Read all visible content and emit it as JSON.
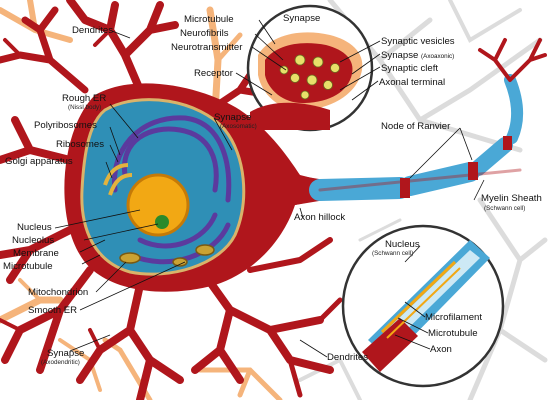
{
  "labels": {
    "dendrites_top": "Dendrites",
    "microtubule_top": "Microtubule",
    "neurofibrils": "Neurofibrils",
    "neurotransmitter": "Neurotransmitter",
    "receptor": "Receptor",
    "synapse_inset": "Synapse",
    "synaptic_vesicles": "Synaptic vesicles",
    "synapse_axoaxonic": "Synapse",
    "synapse_axoaxonic_sub": "(Axoaxonic)",
    "synaptic_cleft": "Synaptic cleft",
    "axonal_terminal": "Axonal terminal",
    "rough_er": "Rough ER",
    "rough_er_sub": "(Nissl body)",
    "polyribosomes": "Polyribosomes",
    "ribosomes": "Ribosomes",
    "golgi": "Golgi apparatus",
    "synapse_axosomatic": "Synapse",
    "synapse_axosomatic_sub": "(Axosomatic)",
    "node_of_ranvier": "Node of Ranvier",
    "myelin_sheath": "Myelin Sheath",
    "myelin_sheath_sub": "(Schwann cell)",
    "axon_hillock": "Axon hillock",
    "nucleus": "Nucleus",
    "nucleolus": "Nucleolus",
    "membrane": "Membrane",
    "microtubule": "Microtubule",
    "mitochondrion": "Mitochondrion",
    "smooth_er": "Smooth ER",
    "synapse_axodendritic": "Synapse",
    "synapse_axodendritic_sub": "(Axodendritic)",
    "dendrites_bottom": "Dendrites",
    "schwann_nucleus": "Nucleus",
    "schwann_nucleus_sub": "(Schwann cell)",
    "microfilament": "Microfilament",
    "microtubule_inset": "Microtubule",
    "axon": "Axon"
  },
  "colors": {
    "cell_body": "#b0161c",
    "cytoplasm": "#2f8fb6",
    "nucleus": "#f2a814",
    "myelin": "#4aa8d6",
    "dendrite_light": "#f5b47b",
    "background_neuron": "#d8d8d8"
  }
}
